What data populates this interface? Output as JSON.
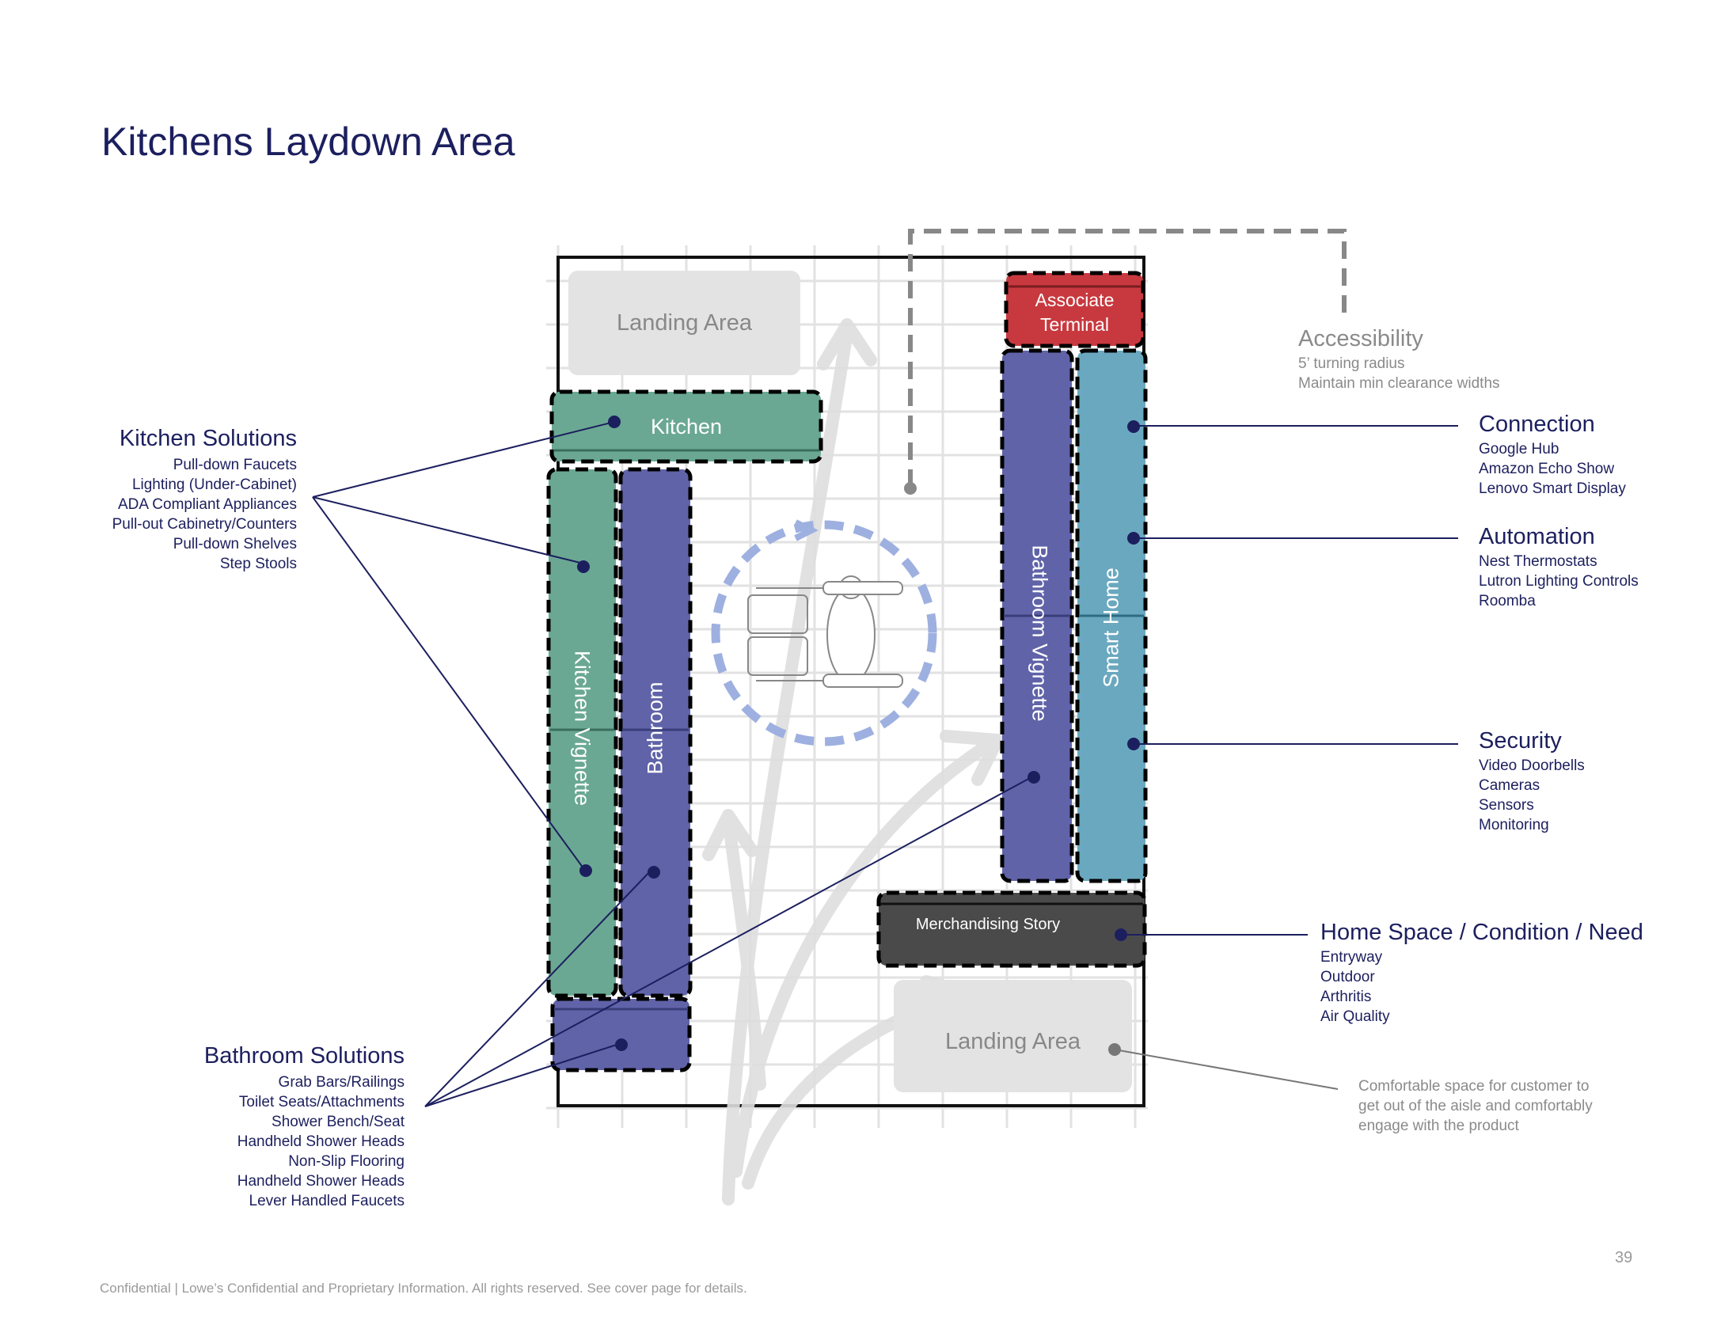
{
  "title": "Kitchens Laydown Area",
  "footer": "Confidential | Lowe’s Confidential and Proprietary Information. All rights reserved. See cover page for details.",
  "page_number": "39",
  "zones": {
    "landing_top": "Landing Area",
    "landing_bottom": "Landing Area",
    "kitchen": "Kitchen",
    "kitchen_vignette": "Kitchen Vignette",
    "bathroom": "Bathroom",
    "bathroom_vignette": "Bathroom Vignette",
    "smart_home": "Smart Home",
    "associate_terminal_line1": "Associate",
    "associate_terminal_line2": "Terminal",
    "merchandising_story": "Merchandising Story"
  },
  "callouts": {
    "kitchen_solutions": {
      "title": "Kitchen Solutions",
      "items": [
        "Pull-down Faucets",
        "Lighting (Under-Cabinet)",
        "ADA Compliant Appliances",
        "Pull-out Cabinetry/Counters",
        "Pull-down Shelves",
        "Step Stools"
      ]
    },
    "bathroom_solutions": {
      "title": "Bathroom Solutions",
      "items": [
        "Grab Bars/Railings",
        "Toilet Seats/Attachments",
        "Shower Bench/Seat",
        "Handheld Shower Heads",
        "Non-Slip Flooring",
        "Handheld Shower Heads",
        "Lever Handled Faucets"
      ]
    },
    "accessibility": {
      "title": "Accessibility",
      "items": [
        "5’ turning radius",
        "Maintain min clearance widths"
      ]
    },
    "connection": {
      "title": "Connection",
      "items": [
        "Google Hub",
        "Amazon Echo Show",
        "Lenovo Smart Display"
      ]
    },
    "automation": {
      "title": "Automation",
      "items": [
        "Nest Thermostats",
        "Lutron Lighting Controls",
        "Roomba"
      ]
    },
    "security": {
      "title": "Security",
      "items": [
        "Video Doorbells",
        "Cameras",
        "Sensors",
        "Monitoring"
      ]
    },
    "home_space": {
      "title": "Home Space / Condition / Need",
      "items": [
        "Entryway",
        "Outdoor",
        "Arthritis",
        "Air Quality"
      ]
    },
    "landing_note": {
      "items": [
        "Comfortable space for customer to",
        "get out of the aisle and comfortably",
        "engage with the product"
      ]
    }
  },
  "colors": {
    "navy": "#1c1f5e",
    "kitchen_green": "#6aa893",
    "bath_purple": "#6063a8",
    "smart_blue": "#6aa8bf",
    "terminal_red": "#c8393f",
    "merch_dark": "#4a4a4a",
    "landing_gray": "#e3e3e3"
  }
}
